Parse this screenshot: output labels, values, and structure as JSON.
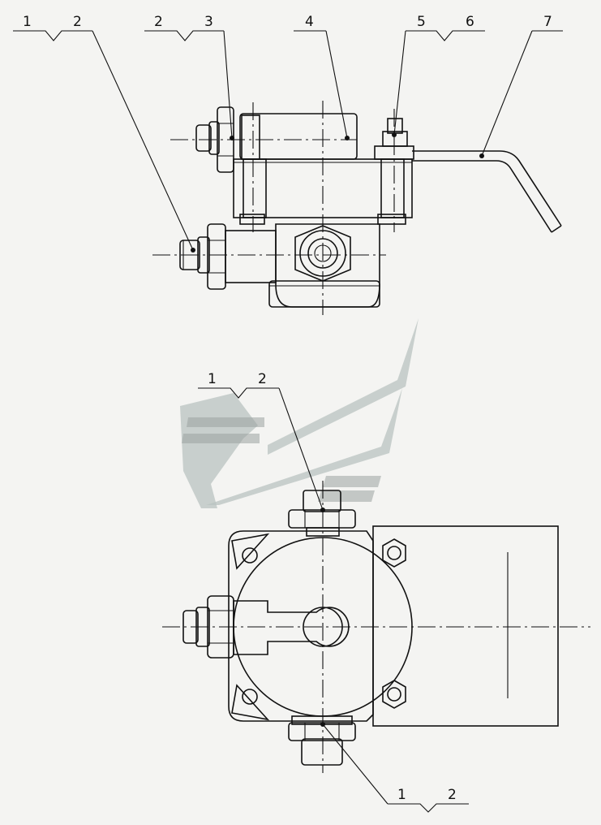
{
  "callouts": {
    "top_left": {
      "a": "1",
      "b": "2"
    },
    "top_23": {
      "a": "2",
      "b": "3"
    },
    "top_4": {
      "a": "4"
    },
    "top_56": {
      "a": "5",
      "b": "6"
    },
    "top_7": {
      "a": "7"
    },
    "mid_12": {
      "a": "1",
      "b": "2"
    },
    "bottom_12": {
      "a": "1",
      "b": "2"
    }
  },
  "colors": {
    "line": "#111111",
    "background": "#f4f4f2",
    "watermark": "#b9c3c0"
  }
}
